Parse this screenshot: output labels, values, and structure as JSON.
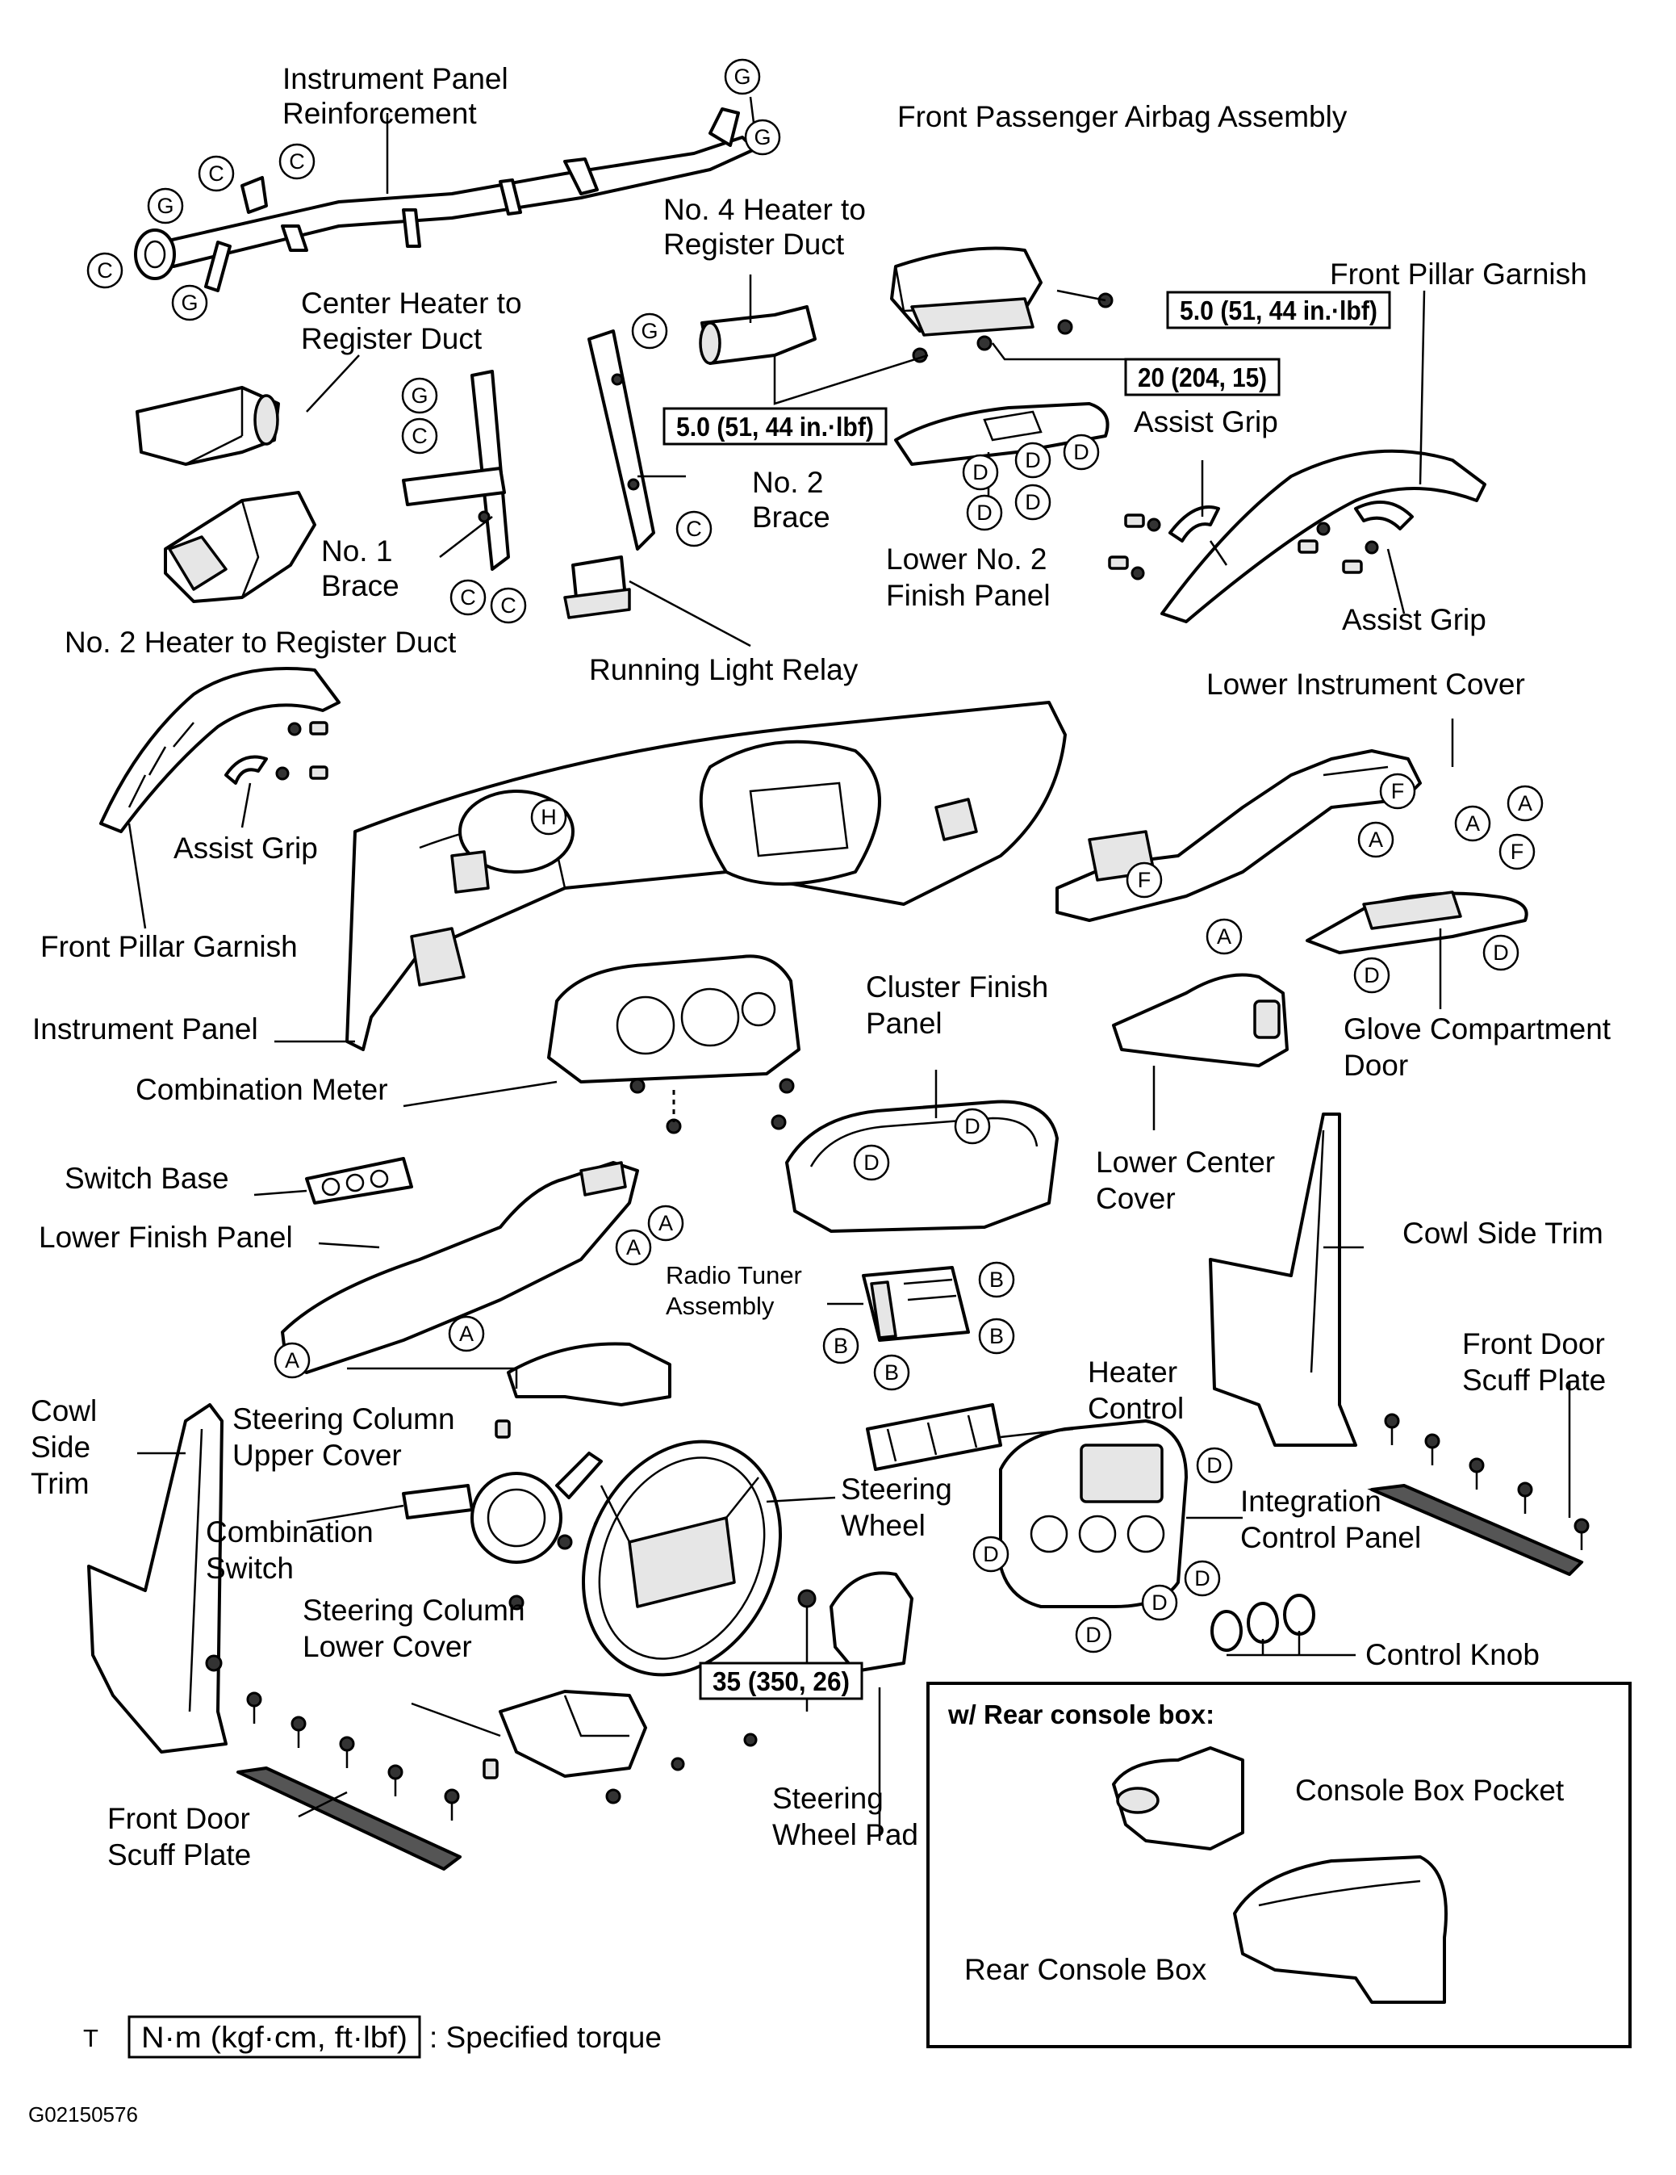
{
  "labels": {
    "ip_reinforcement": [
      "Instrument Panel",
      "Reinforcement"
    ],
    "front_pass_airbag": "Front Passenger Airbag Assembly",
    "no4_heater_duct": [
      "No. 4 Heater to",
      "Register Duct"
    ],
    "center_heater_duct": [
      "Center Heater to",
      "Register Duct"
    ],
    "front_pillar_garnish_right": "Front Pillar Garnish",
    "no1_brace": [
      "No. 1",
      "Brace"
    ],
    "no2_brace": [
      "No. 2",
      "Brace"
    ],
    "assist_grip_top": "Assist Grip",
    "lower_no2_finish_panel": [
      "Lower No. 2",
      "Finish Panel"
    ],
    "assist_grip_right": "Assist Grip",
    "no2_heater_duct": "No. 2 Heater to Register Duct",
    "running_light_relay": "Running Light Relay",
    "lower_instrument_cover": "Lower Instrument Cover",
    "assist_grip_left": "Assist Grip",
    "front_pillar_garnish_left": "Front Pillar Garnish",
    "instrument_panel": "Instrument Panel",
    "combination_meter": "Combination Meter",
    "cluster_finish_panel": [
      "Cluster Finish",
      "Panel"
    ],
    "glove_compartment_door": [
      "Glove Compartment",
      "Door"
    ],
    "lower_center_cover": [
      "Lower Center",
      "Cover"
    ],
    "switch_base": "Switch Base",
    "lower_finish_panel": "Lower Finish Panel",
    "radio_tuner": [
      "Radio Tuner",
      "Assembly"
    ],
    "cowl_side_trim_right": "Cowl Side Trim",
    "front_door_scuff_right": [
      "Front Door",
      "Scuff Plate"
    ],
    "heater_control": [
      "Heater",
      "Control"
    ],
    "cowl_side_trim_left": [
      "Cowl",
      "Side",
      "Trim"
    ],
    "steering_column_upper": [
      "Steering Column",
      "Upper Cover"
    ],
    "steering_wheel": [
      "Steering",
      "Wheel"
    ],
    "integration_control_panel": [
      "Integration",
      "Control Panel"
    ],
    "combination_switch": [
      "Combination",
      "Switch"
    ],
    "steering_column_lower": [
      "Steering Column",
      "Lower Cover"
    ],
    "control_knob": "Control Knob",
    "steering_wheel_pad": [
      "Steering",
      "Wheel Pad"
    ],
    "front_door_scuff_left": [
      "Front Door",
      "Scuff Plate"
    ],
    "rear_console_header": "w/ Rear console box:",
    "console_box_pocket": "Console Box Pocket",
    "rear_console_box": "Rear Console Box"
  },
  "torques": {
    "airbag_upper": "5.0 (51, 44 in.·lbf)",
    "airbag_mid": "20 (204, 15)",
    "airbag_lower": "5.0 (51, 44 in.·lbf)",
    "steering_wheel": "35 (350, 26)"
  },
  "legend": {
    "marker": "T",
    "unit": "N·m (kgf·cm, ft·lbf)",
    "text": ": Specified torque"
  },
  "figure_code": "G02150576",
  "clip_letters": {
    "G": "G",
    "C": "C",
    "D": "D",
    "A": "A",
    "F": "F",
    "B": "B",
    "H": "H"
  }
}
